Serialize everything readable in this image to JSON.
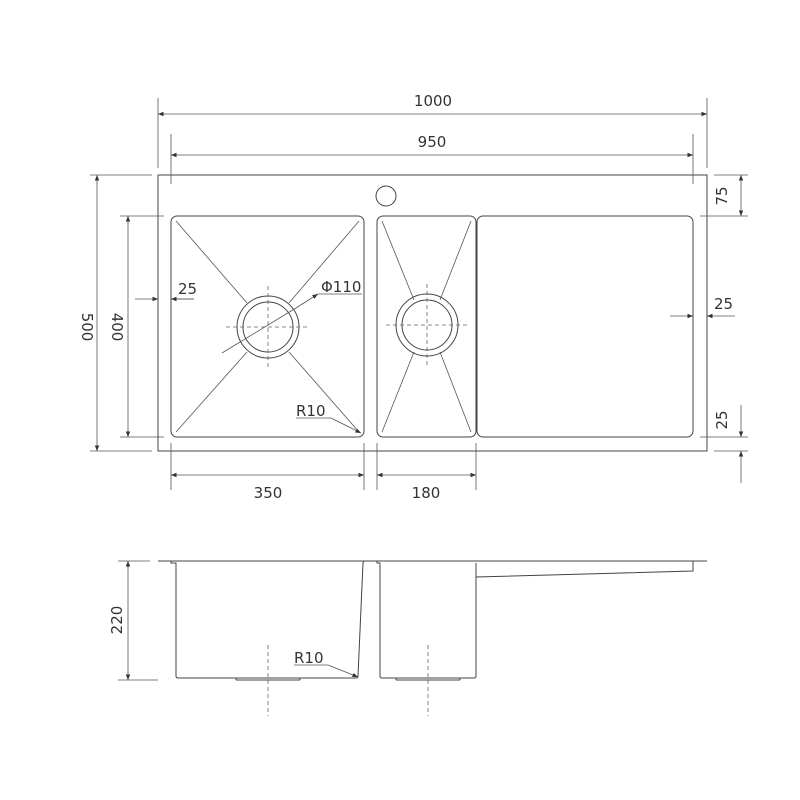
{
  "dimensions": {
    "overall_width": "1000",
    "inner_width": "950",
    "overall_depth": "500",
    "bowl_depth": "400",
    "top_margin": "75",
    "left_margin": "25",
    "right_margin": "25",
    "bottom_margin": "25",
    "main_bowl_width": "350",
    "small_bowl_width": "180",
    "waste_diameter": "Φ110",
    "corner_radius_plan": "R10",
    "height": "220",
    "corner_radius_section": "R10"
  }
}
